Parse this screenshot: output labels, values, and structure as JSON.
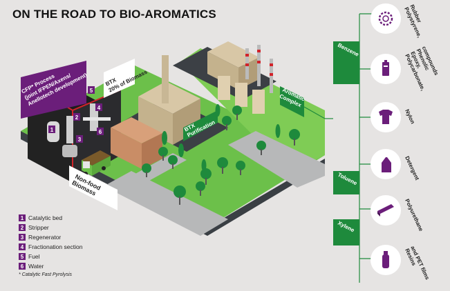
{
  "title": "ON THE ROAD TO BIO-AROMATICS",
  "colors": {
    "background": "#e6e4e3",
    "green": "#1e8a3c",
    "grass": "#6cc04a",
    "purple": "#6b1e7a",
    "road": "#b7b8b9"
  },
  "labels": {
    "cfp_process": [
      "CFP* Process",
      "(joint IFPEN/Axens/",
      "Anellotech development)"
    ],
    "btx_biomass": [
      "BTX",
      "20% of Biomass"
    ],
    "btx_purification": [
      "BTX",
      "Purification"
    ],
    "aromatic_complex": [
      "Aromatic",
      "Complex"
    ],
    "non_food_biomass": [
      "Non-food",
      "Biomass"
    ]
  },
  "branches": [
    {
      "name": "Benzene",
      "products": [
        {
          "label": [
            "Polystyrene,",
            "Rubber"
          ],
          "icon": "gear-icon"
        },
        {
          "label": [
            "Polycarbonate,",
            "Epoxy,",
            "Phenolic",
            "compounds"
          ],
          "icon": "battery-icon"
        },
        {
          "label": [
            "Nylon"
          ],
          "icon": "shirt-icon"
        },
        {
          "label": [
            "Detergent"
          ],
          "icon": "detergent-bottle-icon"
        }
      ]
    },
    {
      "name": "Toluene",
      "products": [
        {
          "label": [
            "Polyurethane"
          ],
          "icon": "foam-sheet-icon"
        }
      ]
    },
    {
      "name": "Xylene",
      "products": [
        {
          "label": [
            "Resins",
            "and PET films"
          ],
          "icon": "bottle-icon"
        }
      ]
    }
  ],
  "legend": [
    {
      "num": "1",
      "label": "Catalytic bed"
    },
    {
      "num": "2",
      "label": "Stripper"
    },
    {
      "num": "3",
      "label": "Regenerator"
    },
    {
      "num": "4",
      "label": "Fractionation section"
    },
    {
      "num": "5",
      "label": "Fuel"
    },
    {
      "num": "6",
      "label": "Water"
    }
  ],
  "footnote": "* Catalytic Fast Pyrolysis"
}
